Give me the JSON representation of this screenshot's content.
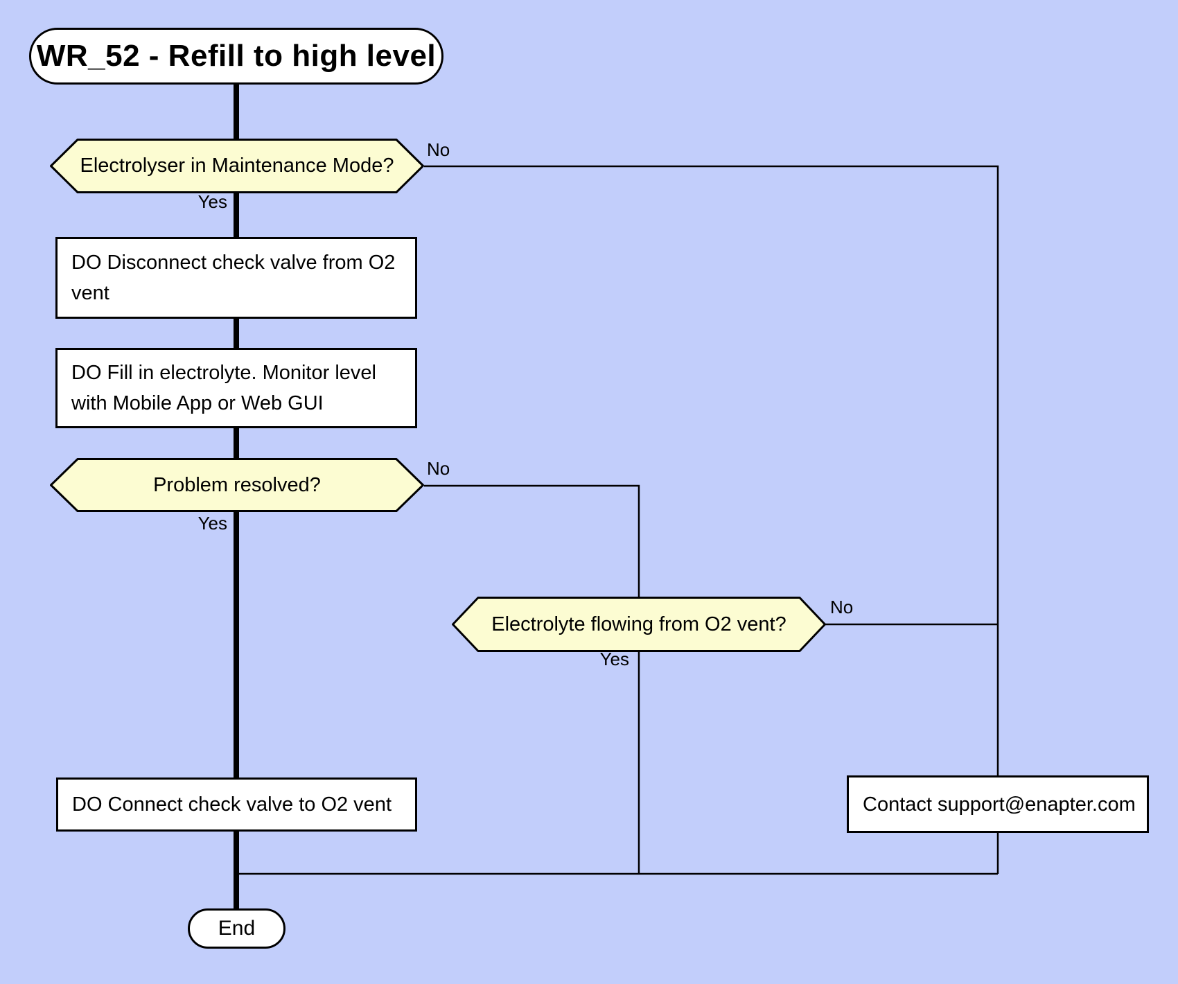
{
  "diagram_title": "WR_52 - Refill to high level",
  "nodes": {
    "start": {
      "label": "WR_52 - Refill to high level",
      "type": "terminator"
    },
    "decision_maintenance": {
      "label": "Electrolyser in Maintenance Mode?",
      "type": "decision"
    },
    "process_disconnect": {
      "label": "DO Disconnect check valve from O2 vent",
      "type": "process"
    },
    "process_fill": {
      "label": "DO Fill in electrolyte. Monitor level with Mobile App or Web GUI",
      "type": "process"
    },
    "decision_resolved": {
      "label": "Problem resolved?",
      "type": "decision"
    },
    "decision_flowing": {
      "label": "Electrolyte flowing from O2 vent?",
      "type": "decision"
    },
    "process_connect": {
      "label": "DO Connect check valve to O2 vent",
      "type": "process"
    },
    "contact_support": {
      "label": "Contact support@enapter.com",
      "type": "process"
    },
    "end": {
      "label": "End",
      "type": "terminator"
    }
  },
  "edge_labels": {
    "maintenance_no": "No",
    "maintenance_yes": "Yes",
    "resolved_no": "No",
    "resolved_yes": "Yes",
    "flowing_no": "No",
    "flowing_yes": "Yes"
  },
  "colors": {
    "background": "#c2cefb",
    "decision_fill": "#fcfcd2",
    "process_fill": "#ffffff",
    "terminator_fill": "#ffffff",
    "line": "#000000",
    "text": "#000000"
  }
}
